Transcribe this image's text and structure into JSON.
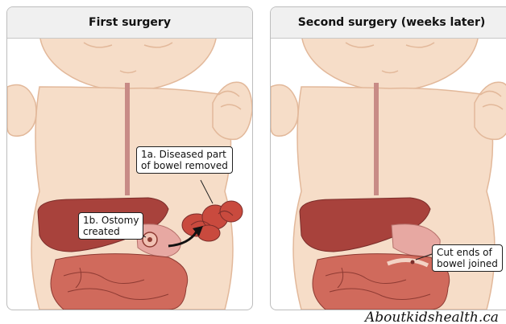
{
  "panels": [
    {
      "title": "First surgery",
      "labels": {
        "removed": [
          "1a. Diseased part",
          "of bowel removed"
        ],
        "ostomy": [
          "1b. Ostomy",
          "created"
        ]
      }
    },
    {
      "title": "Second surgery (weeks later)",
      "labels": {
        "joined": [
          "Cut ends of",
          "bowel joined"
        ]
      }
    }
  ],
  "credit": "Aboutkidshealth.ca",
  "colors": {
    "skin": "#f6ddc8",
    "skin_line": "#e2b89a",
    "liver": "#a8423c",
    "stomach": "#e7a8a2",
    "bowel": "#d06a5c",
    "bowel_removed": "#c94a3e",
    "esophagus": "#c88b86"
  }
}
